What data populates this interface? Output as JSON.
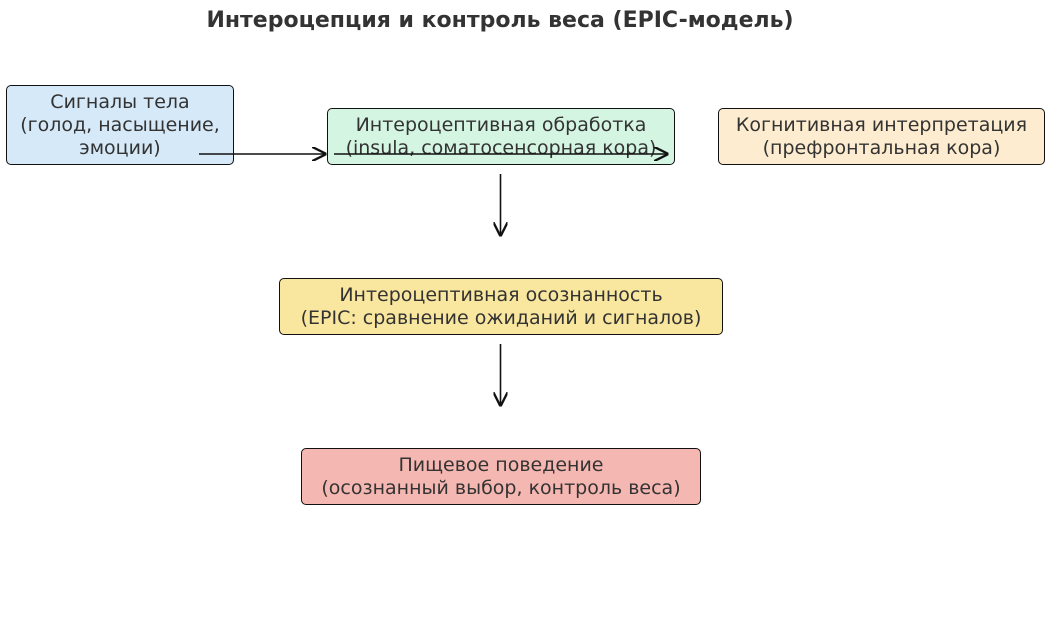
{
  "title": "Интероцепция и контроль веса (EPIC-модель)",
  "nodes": {
    "signals": {
      "lines": [
        "Сигналы тела",
        "(голод, насыщение,",
        "эмоции)"
      ],
      "color": "#d6e9f8"
    },
    "processing": {
      "lines": [
        "Интероцептивная обработка",
        "(insula, соматосенсорная кора)"
      ],
      "color": "#d5f5e3"
    },
    "cognitive": {
      "lines": [
        "Когнитивная интерпретация",
        "(префронтальная кора)"
      ],
      "color": "#fdeccf"
    },
    "awareness": {
      "lines": [
        "Интероцептивная осознанность",
        "(EPIC: сравнение ожиданий и сигналов)"
      ],
      "color": "#f9e79f"
    },
    "behavior": {
      "lines": [
        "Пищевое поведение",
        "(осознанный выбор, контроль веса)"
      ],
      "color": "#f5b7b1"
    }
  },
  "edges": [
    {
      "from": "signals",
      "to": "processing"
    },
    {
      "from": "processing",
      "to": "cognitive"
    },
    {
      "from": "processing",
      "to": "awareness"
    },
    {
      "from": "awareness",
      "to": "behavior"
    }
  ]
}
